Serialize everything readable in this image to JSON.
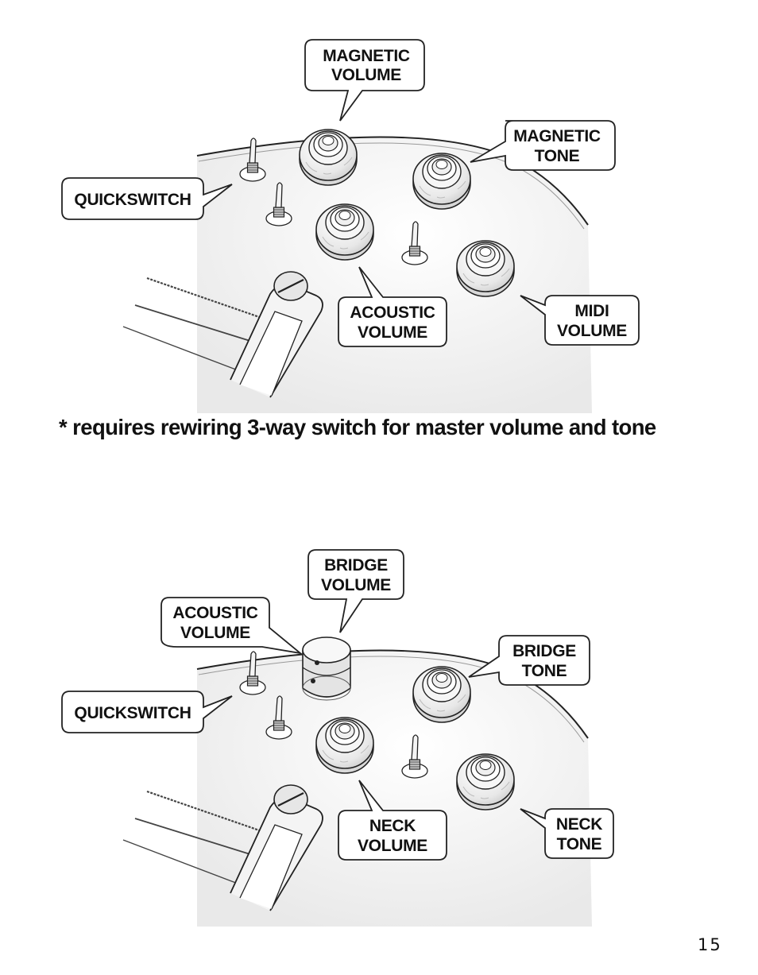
{
  "diagram_top": {
    "callouts": {
      "magnetic_volume": [
        "MAGNETIC",
        "VOLUME"
      ],
      "magnetic_tone": [
        "MAGNETIC",
        "TONE"
      ],
      "quickswitch": [
        "QUICKSWITCH"
      ],
      "acoustic_volume": [
        "ACOUSTIC",
        "VOLUME"
      ],
      "midi_volume": [
        "MIDI",
        "VOLUME"
      ]
    }
  },
  "note": "* requires rewiring 3-way switch for master volume and tone",
  "diagram_bottom": {
    "callouts": {
      "bridge_volume": [
        "BRIDGE",
        "VOLUME"
      ],
      "acoustic_volume": [
        "ACOUSTIC",
        "VOLUME"
      ],
      "bridge_tone": [
        "BRIDGE",
        "TONE"
      ],
      "quickswitch": [
        "QUICKSWITCH"
      ],
      "neck_volume": [
        "NECK",
        "VOLUME"
      ],
      "neck_tone": [
        "NECK",
        "TONE"
      ]
    }
  },
  "page_number": "15",
  "colors": {
    "ink": "#111111",
    "body_fill": "#f2f2f2",
    "knob_fill": "#eeeeee"
  }
}
